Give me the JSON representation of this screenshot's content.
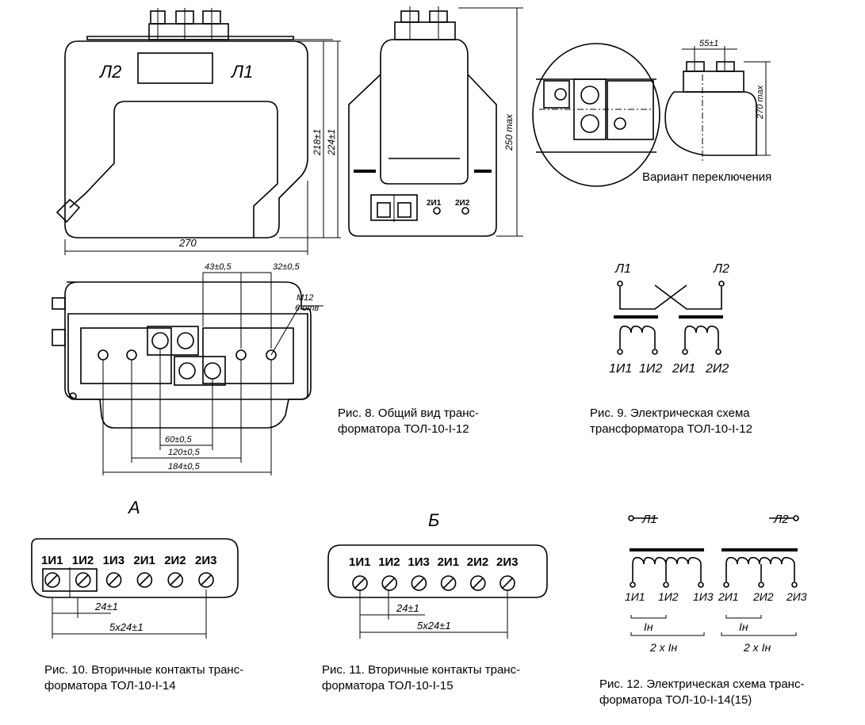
{
  "fig8": {
    "label_l2": "Л2",
    "label_l1": "Л1",
    "dim_width": "270",
    "dim_218": "218±1",
    "dim_224": "224±1",
    "dim_250": "250 max",
    "dim_43": "43±0,5",
    "dim_32": "32±0,5",
    "thread": "М12",
    "thread_qty": "6 отв",
    "dim_60": "60±0,5",
    "dim_120": "120±0,5",
    "dim_184": "184±0,5",
    "terminal_2i1": "2И1",
    "terminal_2i2": "2И2",
    "caption_line1": "Рис. 8. Общий вид транс-",
    "caption_line2": "форматора ТОЛ-10-I-12"
  },
  "variant": {
    "dim_55": "55±1",
    "dim_270": "270 max",
    "caption": "Вариант переключения"
  },
  "fig9": {
    "l1": "Л1",
    "l2": "Л2",
    "t1": "1И1",
    "t2": "1И2",
    "t3": "2И1",
    "t4": "2И2",
    "caption_line1": "Рис. 9. Электрическая схема",
    "caption_line2": "трансформатора ТОЛ-10-I-12"
  },
  "fig10": {
    "view": "А",
    "terminals": [
      "1И1",
      "1И2",
      "1И3",
      "2И1",
      "2И2",
      "2И3"
    ],
    "dim_24": "24±1",
    "dim_5x24": "5х24±1",
    "caption_line1": "Рис. 10. Вторичные контакты транс-",
    "caption_line2": "форматора ТОЛ-10-I-14"
  },
  "fig11": {
    "view": "Б",
    "terminals": [
      "1И1",
      "1И2",
      "1И3",
      "2И1",
      "2И2",
      "2И3"
    ],
    "dim_24": "24±1",
    "dim_5x24": "5х24±1",
    "caption_line1": "Рис. 11. Вторичные контакты транс-",
    "caption_line2": "форматора ТОЛ-10-I-15"
  },
  "fig12": {
    "l1": "Л1",
    "l2": "Л2",
    "terminals": [
      "1И1",
      "1И2",
      "1И3",
      "2И1",
      "2И2",
      "2И3"
    ],
    "in1": "Iн",
    "in2": "Iн",
    "double1": "2 х Iн",
    "double2": "2 х Iн",
    "caption_line1": "Рис. 12. Электрическая схема транс-",
    "caption_line2": "форматора ТОЛ-10-I-14(15)"
  }
}
